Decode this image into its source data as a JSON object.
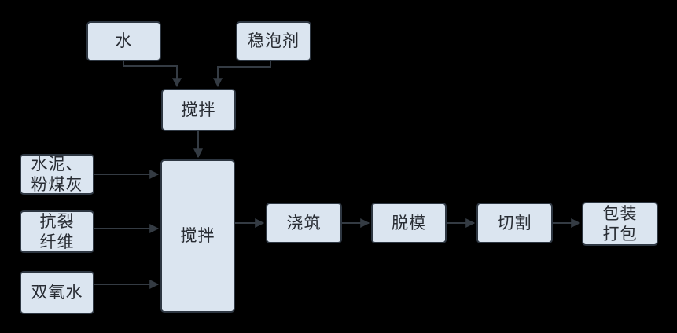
{
  "diagram": {
    "type": "flowchart",
    "background_color": "#000000",
    "node_fill_color": "#dbe5f0",
    "node_border_color": "#2e3742",
    "arrow_color": "#343b43",
    "text_color": "#282c33",
    "nodes": {
      "water": {
        "label": "水"
      },
      "foam_stabilizer": {
        "label": "稳泡剂"
      },
      "mix_foam": {
        "label": "搅拌"
      },
      "cement_fly_ash": {
        "label": "水泥、\n粉煤灰"
      },
      "anti_crack_fiber": {
        "label": "抗裂\n纤维"
      },
      "hydrogen_peroxide": {
        "label": "双氧水"
      },
      "mix_main": {
        "label": "搅拌"
      },
      "pouring": {
        "label": "浇筑"
      },
      "demolding": {
        "label": "脱模"
      },
      "cutting": {
        "label": "切割"
      },
      "packaging": {
        "label": "包装\n打包"
      }
    },
    "edges": [
      {
        "from": "water",
        "to": "mix_foam"
      },
      {
        "from": "foam_stabilizer",
        "to": "mix_foam"
      },
      {
        "from": "mix_foam",
        "to": "mix_main"
      },
      {
        "from": "cement_fly_ash",
        "to": "mix_main"
      },
      {
        "from": "anti_crack_fiber",
        "to": "mix_main"
      },
      {
        "from": "hydrogen_peroxide",
        "to": "mix_main"
      },
      {
        "from": "mix_main",
        "to": "pouring"
      },
      {
        "from": "pouring",
        "to": "demolding"
      },
      {
        "from": "demolding",
        "to": "cutting"
      },
      {
        "from": "cutting",
        "to": "packaging"
      }
    ]
  }
}
